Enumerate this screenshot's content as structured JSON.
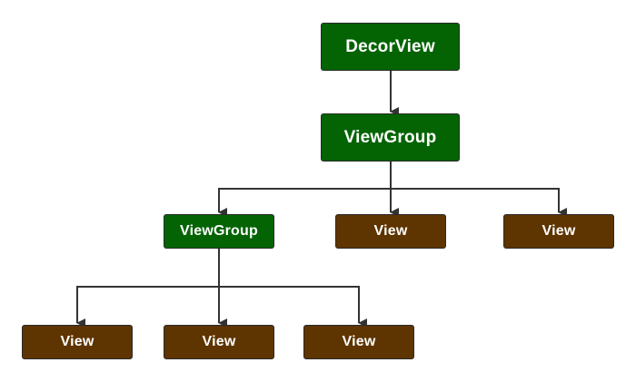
{
  "diagram": {
    "nodes": {
      "decor_view": {
        "label": "DecorView",
        "kind": "viewgroup"
      },
      "root_view_group": {
        "label": "ViewGroup",
        "kind": "viewgroup"
      },
      "child_view_group": {
        "label": "ViewGroup",
        "kind": "viewgroup"
      },
      "view_1": {
        "label": "View",
        "kind": "view"
      },
      "view_2": {
        "label": "View",
        "kind": "view"
      },
      "view_3": {
        "label": "View",
        "kind": "view"
      },
      "view_4": {
        "label": "View",
        "kind": "view"
      },
      "view_5": {
        "label": "View",
        "kind": "view"
      }
    },
    "edges": [
      {
        "from": "decor_view",
        "to": "root_view_group"
      },
      {
        "from": "root_view_group",
        "to": "child_view_group"
      },
      {
        "from": "root_view_group",
        "to": "view_1"
      },
      {
        "from": "root_view_group",
        "to": "view_2"
      },
      {
        "from": "child_view_group",
        "to": "view_3"
      },
      {
        "from": "child_view_group",
        "to": "view_4"
      },
      {
        "from": "child_view_group",
        "to": "view_5"
      }
    ],
    "colors": {
      "view_group_fill": "#046404",
      "view_fill": "#5e3400",
      "connector": "#333333",
      "text": "#ffffff"
    }
  }
}
